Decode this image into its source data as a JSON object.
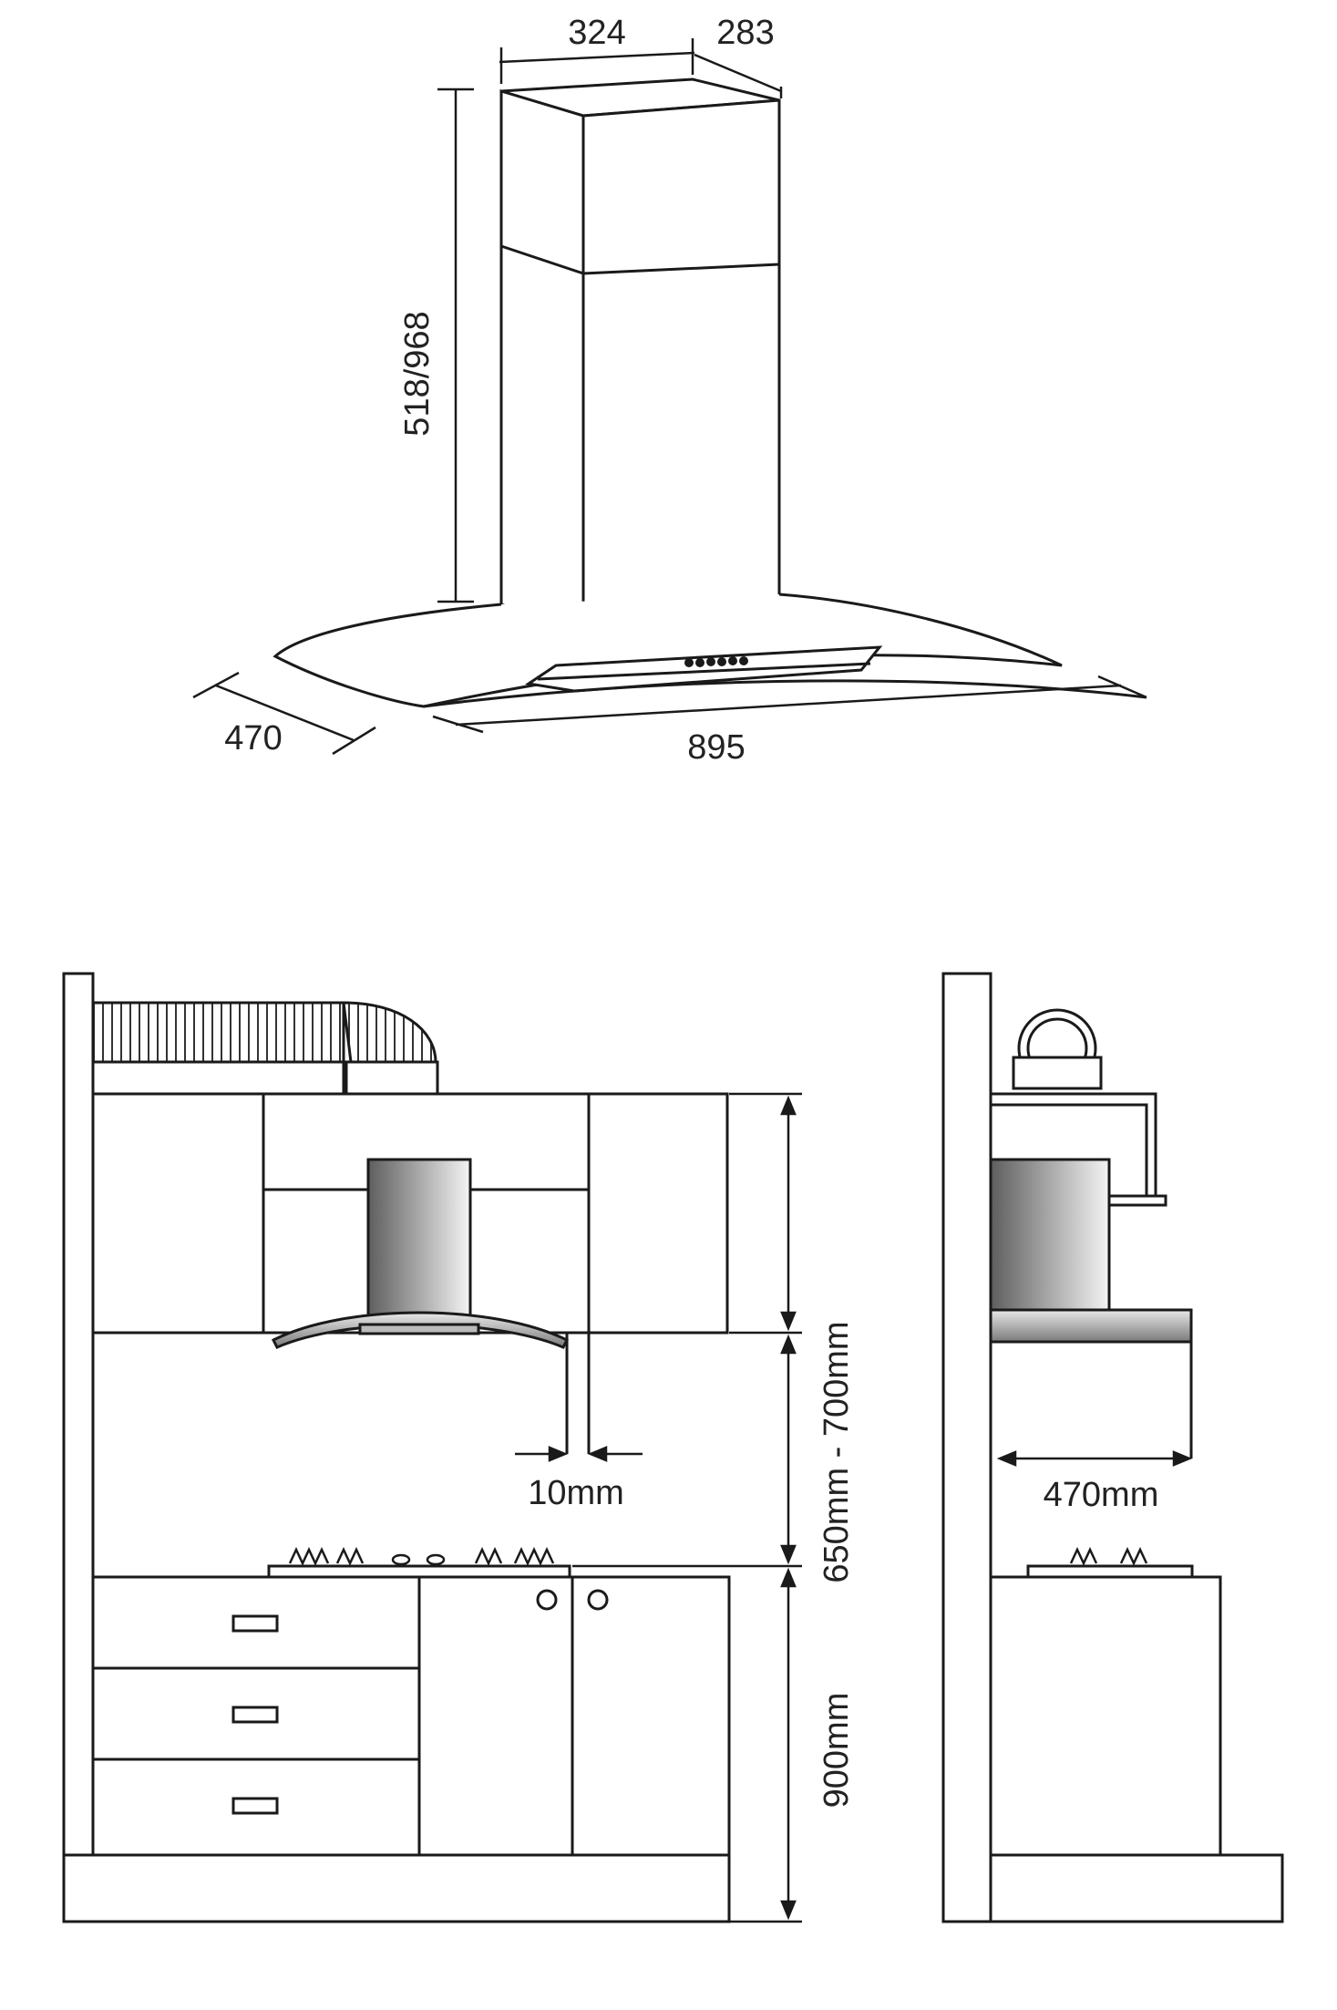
{
  "hood_dimensions": {
    "chimney_width": "324",
    "chimney_depth": "283",
    "chimney_height": "518/968",
    "canopy_depth": "470",
    "canopy_width": "895"
  },
  "front_installation": {
    "gap_label": "10mm",
    "hood_to_cooktop_label": "650mm - 700mm",
    "counter_height_label": "900mm"
  },
  "side_installation": {
    "canopy_depth_label": "470mm"
  },
  "colors": {
    "line": "#1a1a1a",
    "steel_dark": "#6e6e6e",
    "steel_light": "#f2f2f2"
  }
}
